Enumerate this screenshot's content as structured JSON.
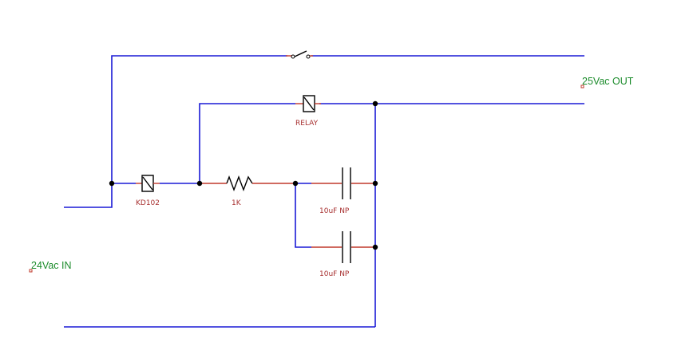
{
  "labels": {
    "out": "25Vac OUT",
    "in": "24Vac IN",
    "relay": "RELAY",
    "diode": "KD102",
    "resistor": "1K",
    "cap1": "10uF NP",
    "cap2": "10uF NP"
  },
  "colors": {
    "wire": "#1a1ad6",
    "lead": "#c0392b",
    "label": "#a83232",
    "net_label": "#1c8c2c"
  }
}
